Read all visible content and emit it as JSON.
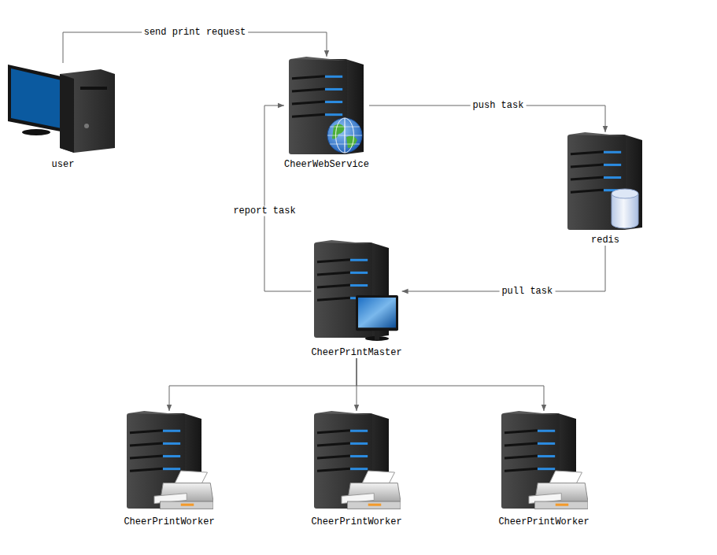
{
  "diagram": {
    "nodes": [
      {
        "text": [
          "user"
        ]
      },
      {
        "text": [
          "CheerWebService"
        ]
      },
      {
        "text": [
          "redis"
        ]
      },
      {
        "text": [
          "CheerPrintMaster"
        ]
      },
      {
        "text": [
          "CheerPrintWorker"
        ]
      },
      {
        "text": [
          "CheerPrintWorker"
        ]
      },
      {
        "text": [
          "CheerPrintWorker"
        ]
      }
    ],
    "edges": [
      {
        "from": 0,
        "to": 1,
        "label": "send print request",
        "arrow": "to"
      },
      {
        "from": 1,
        "to": 2,
        "label": "push task",
        "arrow": "to"
      },
      {
        "from": 2,
        "to": 3,
        "label": "pull task",
        "arrow": "to"
      },
      {
        "from": 3,
        "to": 1,
        "label": "report task",
        "arrow": "to"
      },
      {
        "from": 3,
        "to": 4,
        "arrow": "to"
      },
      {
        "from": 3,
        "to": 5,
        "arrow": "to"
      },
      {
        "from": 3,
        "to": 6,
        "arrow": "to"
      }
    ]
  }
}
